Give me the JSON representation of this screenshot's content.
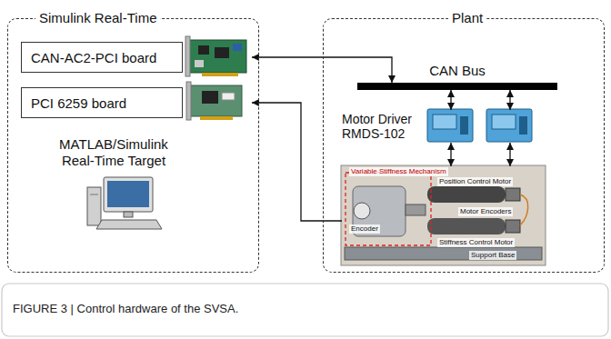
{
  "diagram": {
    "caption": "FIGURE 3 | Control hardware of the SVSA.",
    "nodes": [
      {
        "text": [
          "Simulink Real-Time"
        ]
      },
      {
        "text": [
          "CAN-AC2-PCI board"
        ],
        "in": 0
      },
      {
        "text": [
          "PCI 6259 board"
        ],
        "in": 0
      },
      {
        "text": [
          "Plant"
        ]
      },
      {
        "text": [
          "CAN Bus"
        ],
        "in": 3
      },
      {
        "text": [
          "Motor Driver RMDS-102"
        ],
        "in": 3
      },
      {
        "text": [
          "Variable Stiffness Mechanism",
          "Position Control Motor",
          "Motor Encoders",
          "Encoder",
          "Stiffness Control Motor",
          "Support Base"
        ],
        "in": 3
      }
    ],
    "edges": [
      {
        "from": 1,
        "to": 4,
        "arrow": "both"
      },
      {
        "from": 6,
        "to": 2,
        "arrow": "to"
      },
      {
        "from": 4,
        "to": 5,
        "arrow": "both"
      },
      {
        "from": 4,
        "to": 5,
        "arrow": "both"
      },
      {
        "from": 5,
        "to": 6,
        "arrow": "both"
      },
      {
        "from": 5,
        "to": 6,
        "arrow": "both"
      }
    ],
    "labels": [
      "MATLAB/Simulink Real-Time Target"
    ]
  }
}
